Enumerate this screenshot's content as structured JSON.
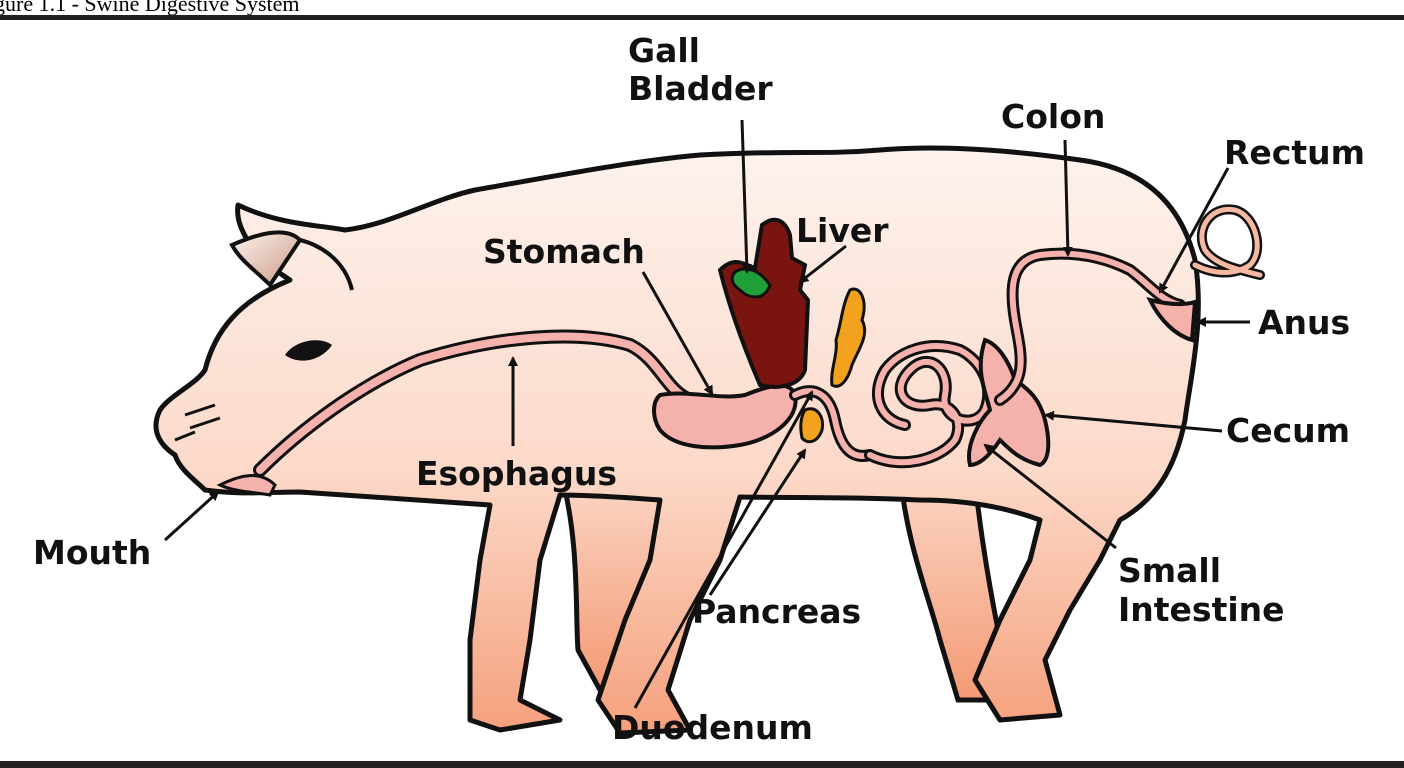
{
  "caption": "gure 1.1 - Swine Digestive System",
  "labels": {
    "gall": "Gall",
    "bladder": "Bladder",
    "colon": "Colon",
    "rectum": "Rectum",
    "liver": "Liver",
    "stomach": "Stomach",
    "anus": "Anus",
    "cecum": "Cecum",
    "esophagus": "Esophagus",
    "mouth": "Mouth",
    "small": "Small",
    "intestine": "Intestine",
    "pancreas": "Pancreas",
    "duodenum": "Duodenum"
  },
  "colors": {
    "skin_top": "#fdf0ea",
    "skin_bottom": "#f6a98a",
    "organ_pink": "#f5b1ac",
    "liver": "#7a1410",
    "gall_bladder": "#1f9e3a",
    "pancreas": "#f2a21c",
    "outline": "#111111"
  }
}
